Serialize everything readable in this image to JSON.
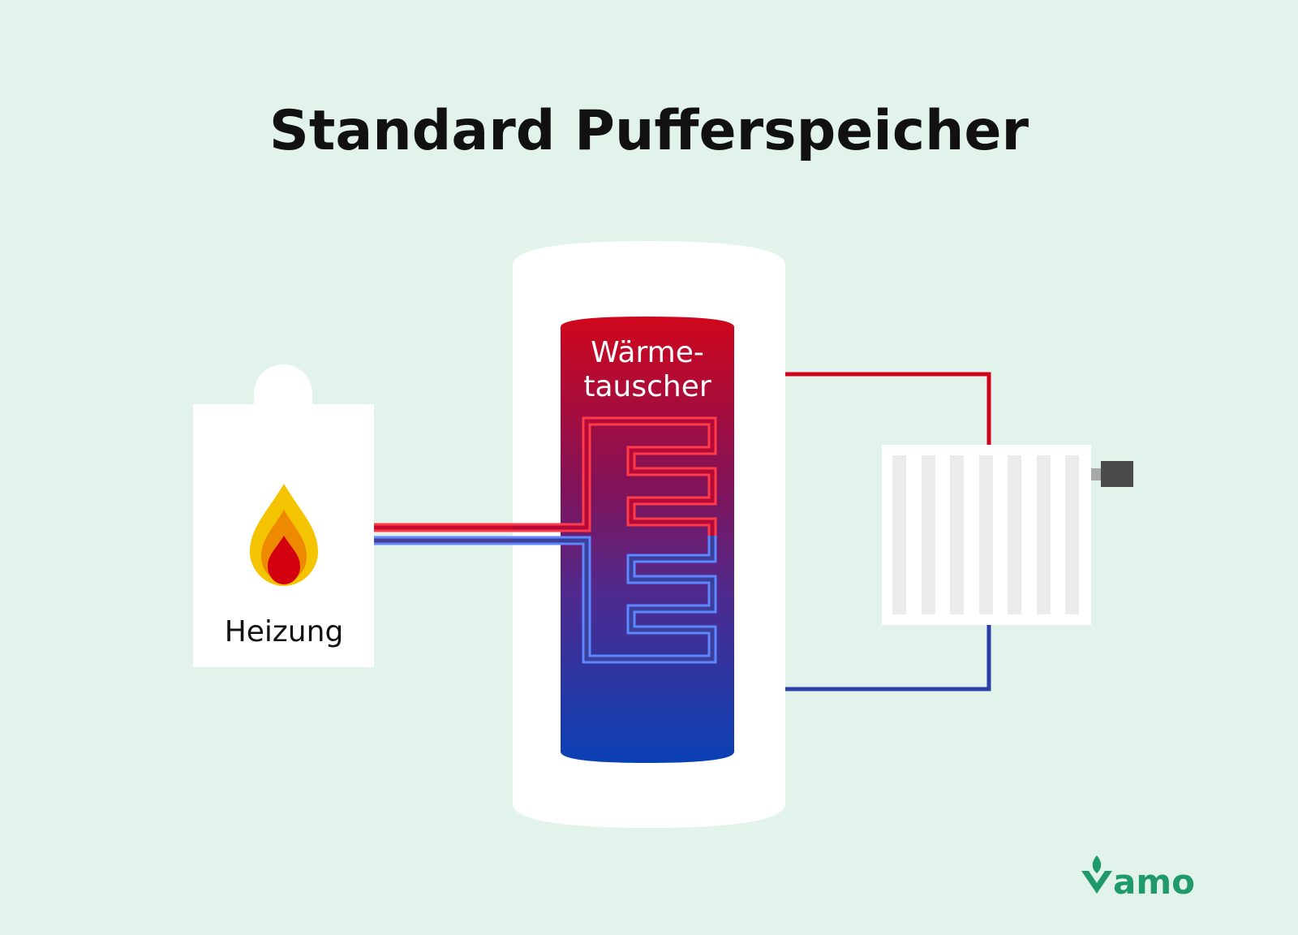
{
  "title": "Standard Pufferspeicher",
  "labels": {
    "heater": "Heizung",
    "exchanger_line1": "Wärme-",
    "exchanger_line2": "tauscher"
  },
  "logo": {
    "text": "Vamo",
    "color": "#1f9a68"
  },
  "colors": {
    "background": "#e2f3ec",
    "hot": "#d0021b",
    "cold": "#2b3ea8",
    "tank_top": "#cf0a1f",
    "tank_mid": "#7b1462",
    "tank_bottom": "#0a40b5",
    "flame_outer": "#f5c400",
    "flame_middle": "#ee8a00",
    "flame_inner": "#d3000f",
    "thermostat": "#4b4b4b"
  },
  "icons": {
    "flame": "flame-icon",
    "logo_mark": "vamo-leaf-logo"
  }
}
